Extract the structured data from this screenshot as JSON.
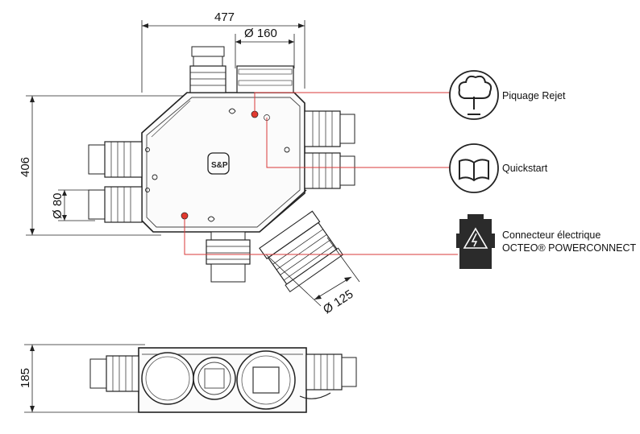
{
  "dimensions": {
    "width_top": "477",
    "height_left": "406",
    "duct_top_diameter": "Ø 160",
    "duct_left_diameter": "Ø 80",
    "duct_diagonal_diameter": "Ø 125",
    "height_side_view": "185"
  },
  "callouts": [
    {
      "label": "Piquage Rejet",
      "icon": "tree-icon"
    },
    {
      "label": "Quickstart",
      "icon": "book-icon"
    },
    {
      "label_line1": "Connecteur électrique",
      "label_line2": "OCTEO® POWERCONNECT",
      "icon": "electric-connector-icon"
    }
  ],
  "brand_logo_text": "S&P",
  "colors": {
    "leader_line": "#d93a3a",
    "line": "#222222",
    "connector_body": "#2b2b2b",
    "accent_red": "#e23a2f"
  }
}
